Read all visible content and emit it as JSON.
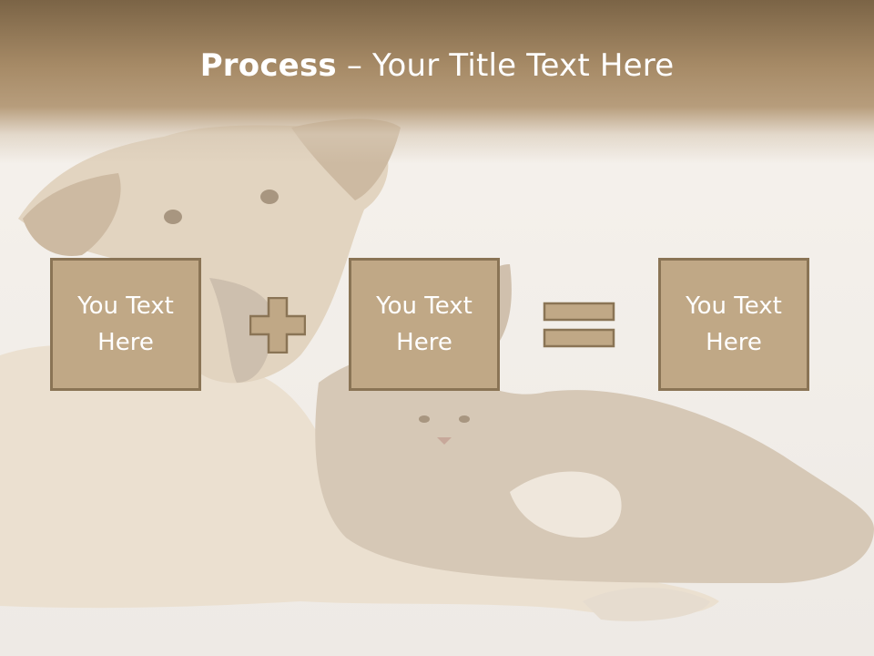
{
  "title": {
    "bold": "Process",
    "rest": " – Your Title Text Here"
  },
  "boxes": [
    {
      "label": "You Text\nHere"
    },
    {
      "label": "You Text\nHere"
    },
    {
      "label": "You Text\nHere"
    }
  ],
  "operators": [
    "plus-icon",
    "equals-icon"
  ],
  "colors": {
    "header": "#7b6446",
    "box_fill": "#c0a886",
    "box_border": "#8a7455",
    "text": "#ffffff"
  }
}
